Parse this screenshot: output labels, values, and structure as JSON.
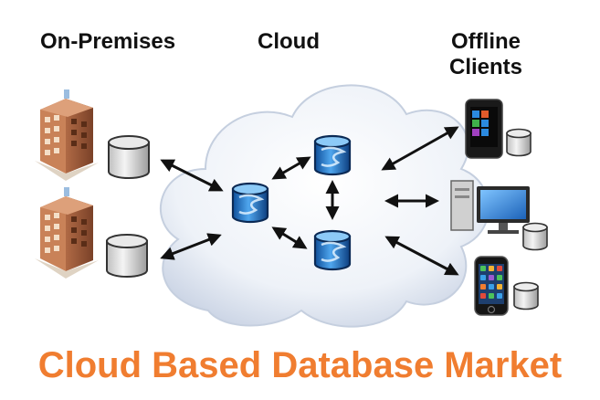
{
  "headings": {
    "on_premises": "On-Premises",
    "cloud": "Cloud",
    "offline_clients_line1": "Offline",
    "offline_clients_line2": "Clients"
  },
  "title": "Cloud Based Database Market",
  "colors": {
    "title": "#f07d30",
    "heading": "#111111",
    "arrow": "#111111",
    "database_blue": "#2a7fd0",
    "cloud_fill": "#eef2f8"
  },
  "icons": {
    "on_premises": [
      "office-building-icon",
      "database-icon"
    ],
    "cloud": [
      "cloud-database-icon"
    ],
    "offline_clients": [
      "smartphone-icon",
      "desktop-computer-icon",
      "iphone-icon",
      "database-icon"
    ]
  }
}
